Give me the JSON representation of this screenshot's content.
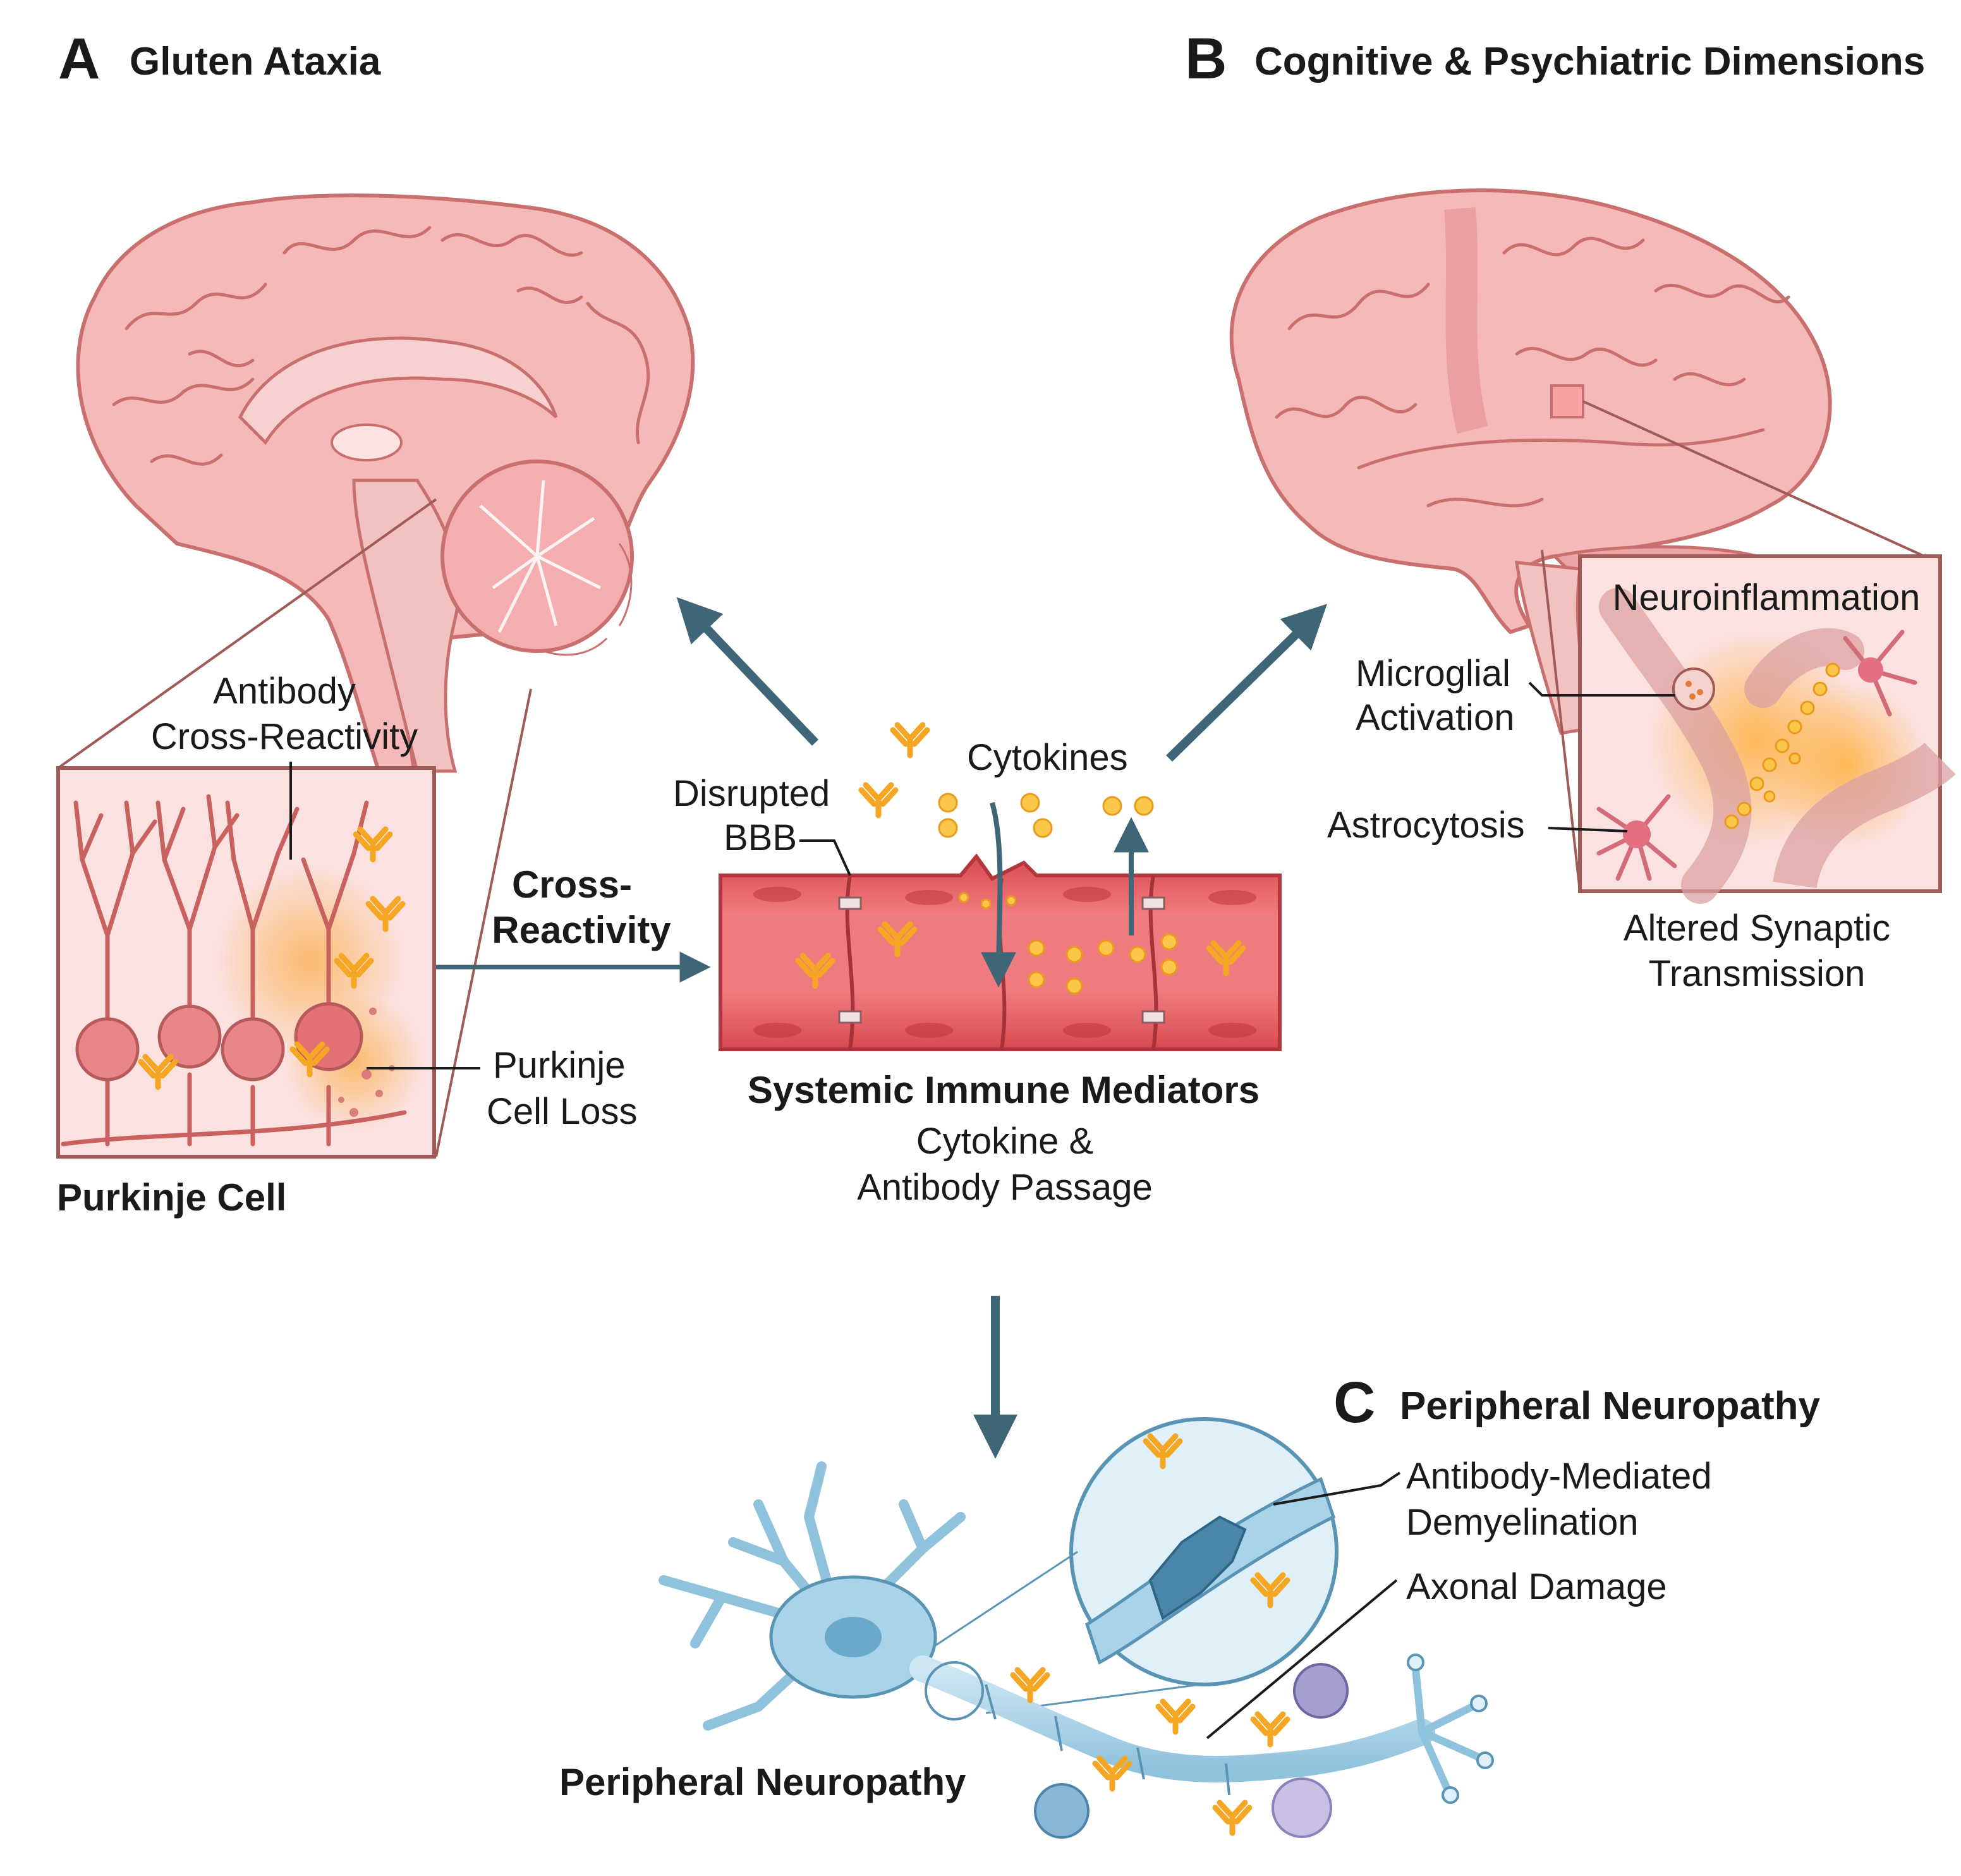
{
  "panel_a": {
    "letter": "A",
    "title": "Gluten Ataxia"
  },
  "panel_b": {
    "letter": "B",
    "title": "Cognitive & Psychiatric Dimensions"
  },
  "panel_c": {
    "letter": "C",
    "title": "Peripheral Neuropathy"
  },
  "labels": {
    "antibody_cross_line1": "Antibody",
    "antibody_cross_line2": "Cross-Reactivity",
    "purkinje_loss_line1": "Purkinje",
    "purkinje_loss_line2": "Cell Loss",
    "purkinje_cell": "Purkinje Cell",
    "cross_reactivity_line1": "Cross-",
    "cross_reactivity_line2": "Reactivity",
    "disrupted_bbb_line1": "Disrupted",
    "disrupted_bbb_line2": "BBB",
    "cytokines": "Cytokines",
    "systemic_title": "Systemic Immune Mediators",
    "systemic_sub_line1": "Cytokine &",
    "systemic_sub_line2": "Antibody Passage",
    "neuroinflammation": "Neuroinflammation",
    "microglial_line1": "Microglial",
    "microglial_line2": "Activation",
    "astrocytosis": "Astrocytosis",
    "synaptic_line1": "Altered Synaptic",
    "synaptic_line2": "Transmission",
    "demyelination_line1": "Antibody-Mediated",
    "demyelination_line2": "Demyelination",
    "axonal_damage": "Axonal Damage",
    "peripheral_bottom": "Peripheral Neuropathy"
  },
  "colors": {
    "brain_fill": "#f4b9b8",
    "brain_stroke": "#c9706f",
    "vessel_fill": "#e8656a",
    "antibody": "#f5a623",
    "arrow": "#3f6677",
    "nerve": "#a9d3e8",
    "nerve_stroke": "#5a94b5"
  }
}
